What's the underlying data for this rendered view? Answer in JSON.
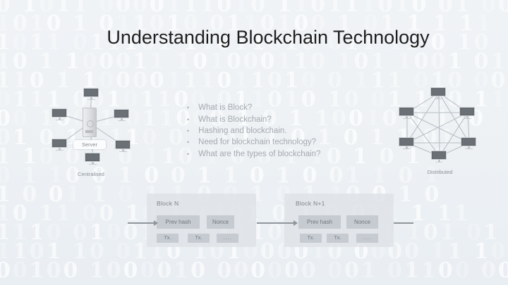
{
  "title": "Understanding Blockchain Technology",
  "bullet_char": "•",
  "bullets": [
    "What is Block?",
    "What is Blockchain?",
    "Hashing and blockchain.",
    "Need for blockchain technology?",
    "What are the types of blockchain?"
  ],
  "centralised": {
    "caption": "Centralised",
    "server_label": "Server"
  },
  "distributed": {
    "caption": "Distributed"
  },
  "blocks": [
    {
      "title": "Block N",
      "prev_hash": "Prev hash",
      "nonce": "Nonce",
      "tx1": "Tx.",
      "tx2": "Tx.",
      "more": "...."
    },
    {
      "title": "Block N+1",
      "prev_hash": "Prev hash",
      "nonce": "Nonce",
      "tx1": "Tx.",
      "tx2": "Tx.",
      "more": "...."
    }
  ],
  "background": {
    "rows": [
      "0 1011 0000111010 110111010 01 00",
      "1010 1 011010 0110100 1 01 1 1 11",
      "1011 011101 11011010 011 11 0 10",
      "10 1 100011 101000110 101 1001 01",
      "110 1 10000111011010 0 111 010 00",
      "0111 00101100 011010 10 01 100 11",
      "00 100 1 011000 1 0 1 10010 0 110",
      "01 0 10 110 0 1 01 1 0 1 0 1 1 01",
      "1 10 0 1 0 110 1 0 0 1 10 1 0 1 1",
      "0 1 10 0 1 0 0 1 1 0 1 0 01 1 0 1",
      "1 0 01 1 0 1 1 0 0 1 0 1 10 0 1 0",
      "10 11 00 10 1 1101 0 1 0 011 1 11",
      "1110 01001 0011110 0 1 011 101 01",
      "1101 10 0110 101000010 0000 11 10",
      "00100 1000010 000000 001 01100 00"
    ]
  },
  "colors": {
    "background": "#edf1f4",
    "binary_digits": "#ffffff",
    "title_text": "#1e1e1e",
    "bullet_text": "#a5aab0",
    "block_background": "#e0e4e8",
    "inner_box": "#c6cbd1",
    "box_text": "#70777f",
    "diagram_line": "#b7bcc1",
    "monitor": "#6a7076",
    "arrow": "#8f969c"
  }
}
